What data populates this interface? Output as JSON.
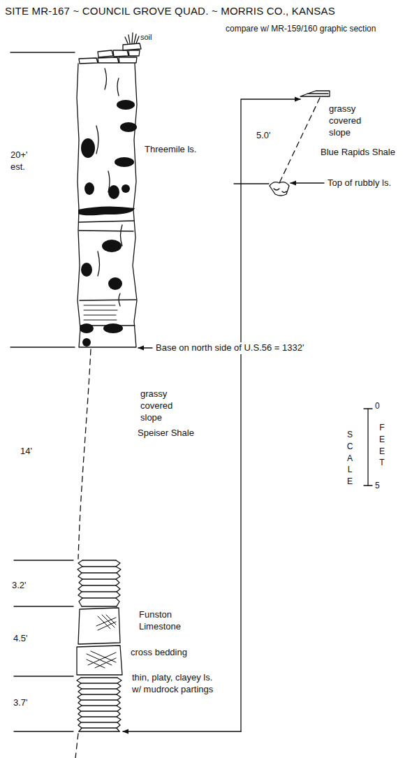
{
  "diagram": {
    "title": "SITE MR-167 ~ COUNCIL GROVE QUAD. ~ MORRIS CO., KANSAS",
    "labels": [
      "compare w/ MR-159/160 graphic section",
      "soil",
      "20+' est.",
      "Threemile ls.",
      "5.0'",
      "grassy covered slope",
      "Blue Rapids Shale",
      "Top of rubbly ls.",
      "Base on north side of U.S.56 = 1332'",
      "grassy covered slope",
      "Speiser Shale",
      "14'",
      "0",
      "FEET",
      "SCALE",
      "5",
      "3.2'",
      "Funston Limestone",
      "cross bedding",
      "4.5'",
      "thin, platy, clayey ls. w/ mudrock partings",
      "3.7'"
    ]
  }
}
